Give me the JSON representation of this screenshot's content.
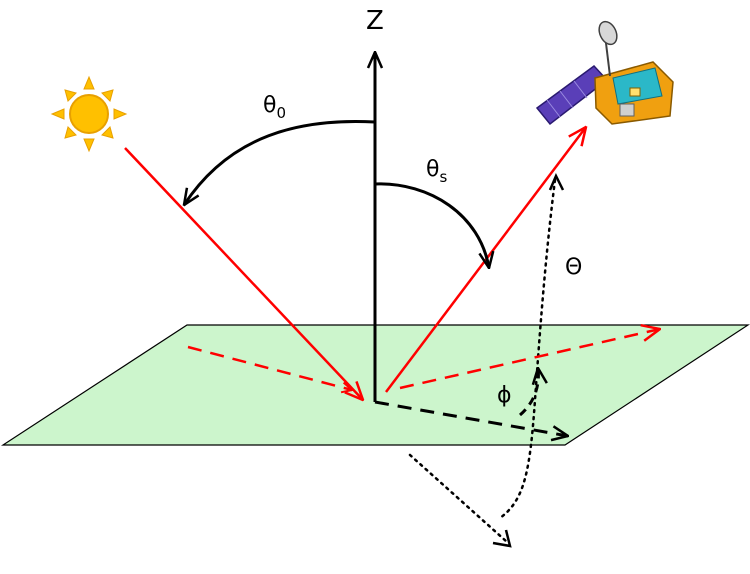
{
  "labels": {
    "zenith_axis": "Z",
    "solar_zenith": "θ",
    "solar_zenith_subscript": "0",
    "sensor_zenith": "θ",
    "sensor_zenith_subscript": "s",
    "scattering_angle": "Θ",
    "relative_azimuth": "ϕ"
  },
  "colors": {
    "ground_plane": "#ccf5cc",
    "ray": "#ff0000",
    "axis": "#000000",
    "sun_body": "#ffc000",
    "sun_outline": "#e8a000"
  },
  "icons": {
    "sun": "sun-icon",
    "satellite": "satellite-icon"
  }
}
